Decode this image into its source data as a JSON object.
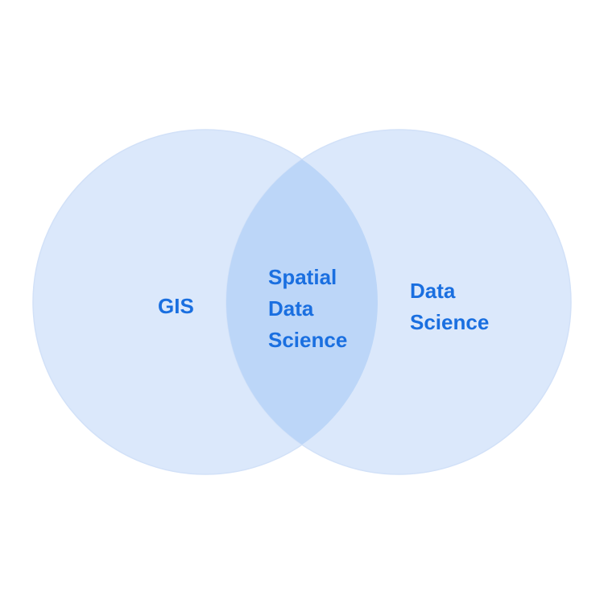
{
  "diagram": {
    "type": "venn",
    "sets": [
      {
        "id": "left",
        "label_lines": [
          "GIS"
        ]
      },
      {
        "id": "right",
        "label_lines": [
          "Data",
          "Science"
        ]
      }
    ],
    "intersection": {
      "label_lines": [
        "Spatial",
        "Data",
        "Science"
      ]
    }
  },
  "colors": {
    "circle_fill": "#dbe8fb",
    "circle_stroke": "#d2e1f8",
    "intersection_fill": "#bcd6f8",
    "label_text": "#1a6fe0"
  }
}
